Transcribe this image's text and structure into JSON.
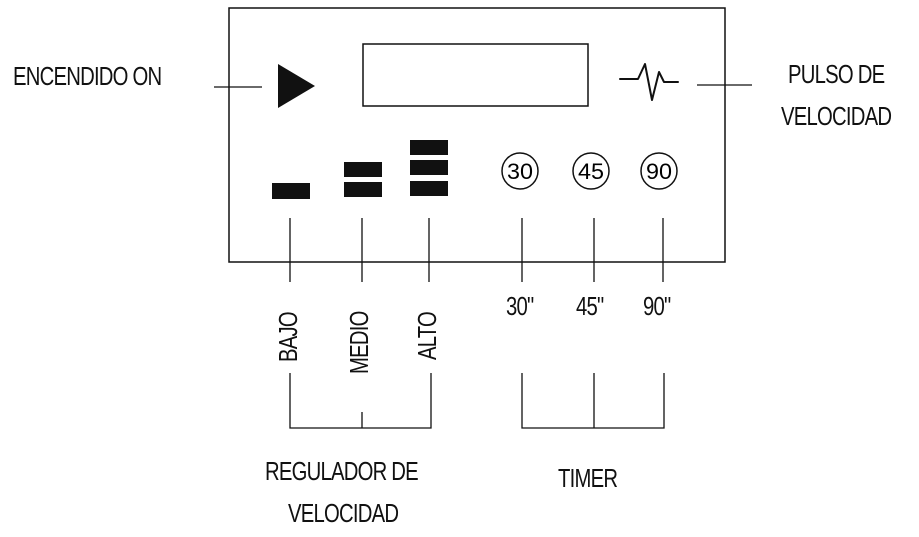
{
  "power_label": "ENCENDIDO ON",
  "pulse_label": [
    "PULSO DE",
    "VELOCIDAD"
  ],
  "speed_levels": [
    {
      "label": "BAJO",
      "bars": 1
    },
    {
      "label": "MEDIO",
      "bars": 2
    },
    {
      "label": "ALTO",
      "bars": 3
    }
  ],
  "speed_group_label": [
    "REGULADOR DE",
    "VELOCIDAD"
  ],
  "timer_buttons": [
    "30",
    "45",
    "90"
  ],
  "timer_values": [
    "30\"",
    "45\"",
    "90\""
  ],
  "timer_group_label": "TIMER",
  "icons": {
    "power": "play-icon",
    "pulse": "pulse-wave-icon"
  },
  "colors": {
    "ink": "#111111",
    "background": "#ffffff"
  }
}
